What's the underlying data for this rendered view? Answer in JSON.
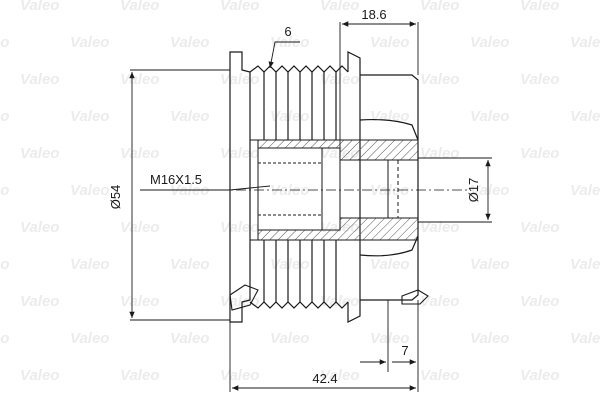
{
  "watermark": {
    "text": "Valeo",
    "color": "#ececec"
  },
  "dimensions": {
    "groove_count": "6",
    "hub_length": "18.6",
    "thread": "M16X1.5",
    "outer_diameter": "Ø54",
    "bore_diameter": "Ø17",
    "step": "7",
    "overall_length": "42.4"
  },
  "colors": {
    "line": "#1a1a1a",
    "hatch": "#555555",
    "background": "#ffffff"
  }
}
